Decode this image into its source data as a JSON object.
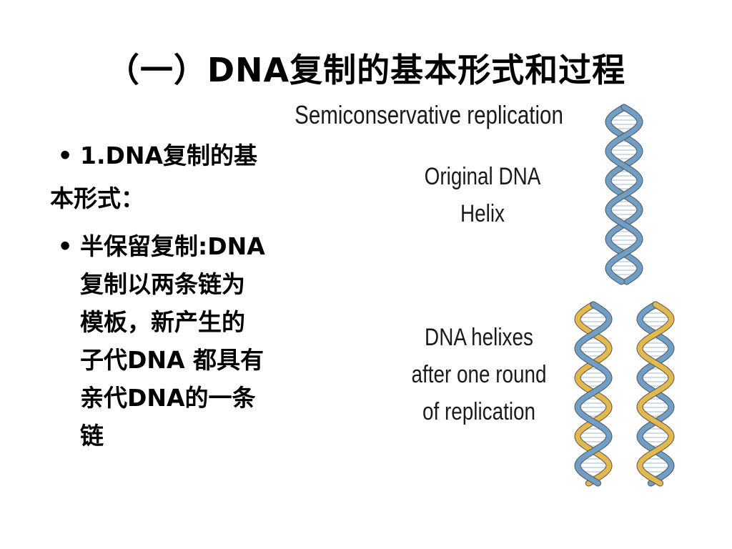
{
  "slide": {
    "title": "（一）DNA复制的基本形式和过程",
    "bullet1_line1": "1.DNA复制的基",
    "bullet1_line2": "本形式：",
    "bullet2_text": "半保留复制:DNA\n复制以两条链为\n模板，新产生的\n子代DNA 都具有\n亲代DNA的一条\n链",
    "bullet_symbol": "•"
  },
  "figure": {
    "heading": "Semiconservative replication",
    "original_label_1": "Original DNA",
    "original_label_2": "Helix",
    "after_label_1": "DNA helixes",
    "after_label_2": "after one round",
    "after_label_3": "of replication",
    "colors": {
      "parental_strand": "#6f9ec6",
      "new_strand": "#e3b94e",
      "rungs": "#bfd2e2"
    }
  }
}
